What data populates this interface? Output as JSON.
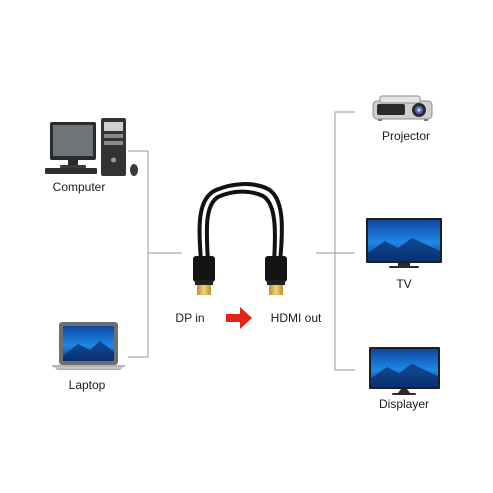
{
  "devices": {
    "computer": {
      "label": "Computer",
      "icon": "desktop-computer-icon"
    },
    "laptop": {
      "label": "Laptop",
      "icon": "laptop-icon"
    },
    "projector": {
      "label": "Projector",
      "icon": "projector-icon"
    },
    "tv": {
      "label": "TV",
      "icon": "tv-icon"
    },
    "displayer": {
      "label": "Displayer",
      "icon": "monitor-icon"
    }
  },
  "cable": {
    "input_label": "DP in",
    "output_label": "HDMI out",
    "icon": "dp-to-hdmi-cable-icon"
  },
  "colors": {
    "connector_line": "#9a9a9a",
    "arrow": "#e2231a",
    "screen_blue": "#1565c0",
    "cable": "#111111",
    "gold_tip": "#d9b44a"
  }
}
